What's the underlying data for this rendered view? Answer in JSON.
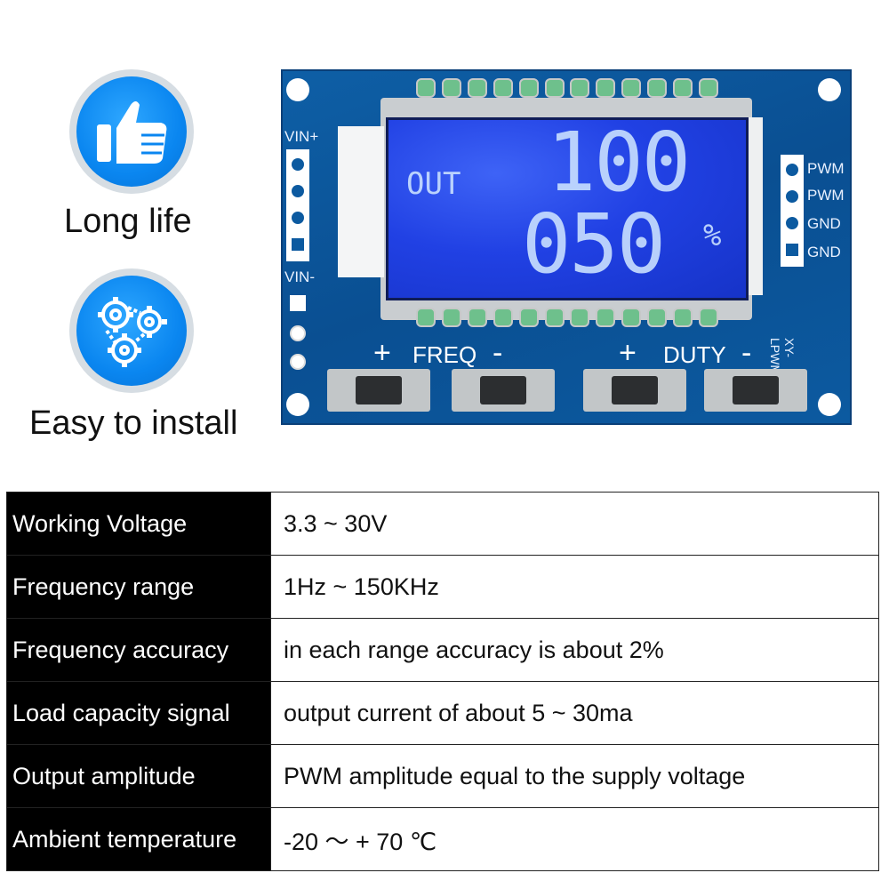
{
  "features": [
    {
      "label": "Long life",
      "icon": "thumbs-up-icon"
    },
    {
      "label": "Easy to install",
      "icon": "gears-icon"
    }
  ],
  "board": {
    "left_pins": [
      "VIN+",
      "VIN-"
    ],
    "right_pins": [
      "PWM",
      "PWM",
      "GND",
      "GND"
    ],
    "display": {
      "out_label": "OUT",
      "top_value": "100",
      "bottom_value": "050",
      "unit": "%"
    },
    "buttons": {
      "freq_label": "FREQ",
      "duty_label": "DUTY",
      "plus": "+",
      "minus": "-"
    },
    "model": "XY-LPWM"
  },
  "specs": [
    {
      "key": "Working Voltage",
      "value": "3.3 ~ 30V"
    },
    {
      "key": "Frequency range",
      "value": "1Hz ~ 150KHz"
    },
    {
      "key": "Frequency accuracy",
      "value": "in each range accuracy is about 2%"
    },
    {
      "key": "Load capacity signal",
      "value": "output current of about 5 ~ 30ma"
    },
    {
      "key": "Output amplitude",
      "value": "PWM amplitude equal to the supply voltage"
    },
    {
      "key": "Ambient temperature",
      "value": "-20 ～ + 70 ℃"
    }
  ],
  "colors": {
    "accent": "#0a86f0",
    "pcb": "#0c5aa0",
    "lcd": "#2141e4"
  }
}
